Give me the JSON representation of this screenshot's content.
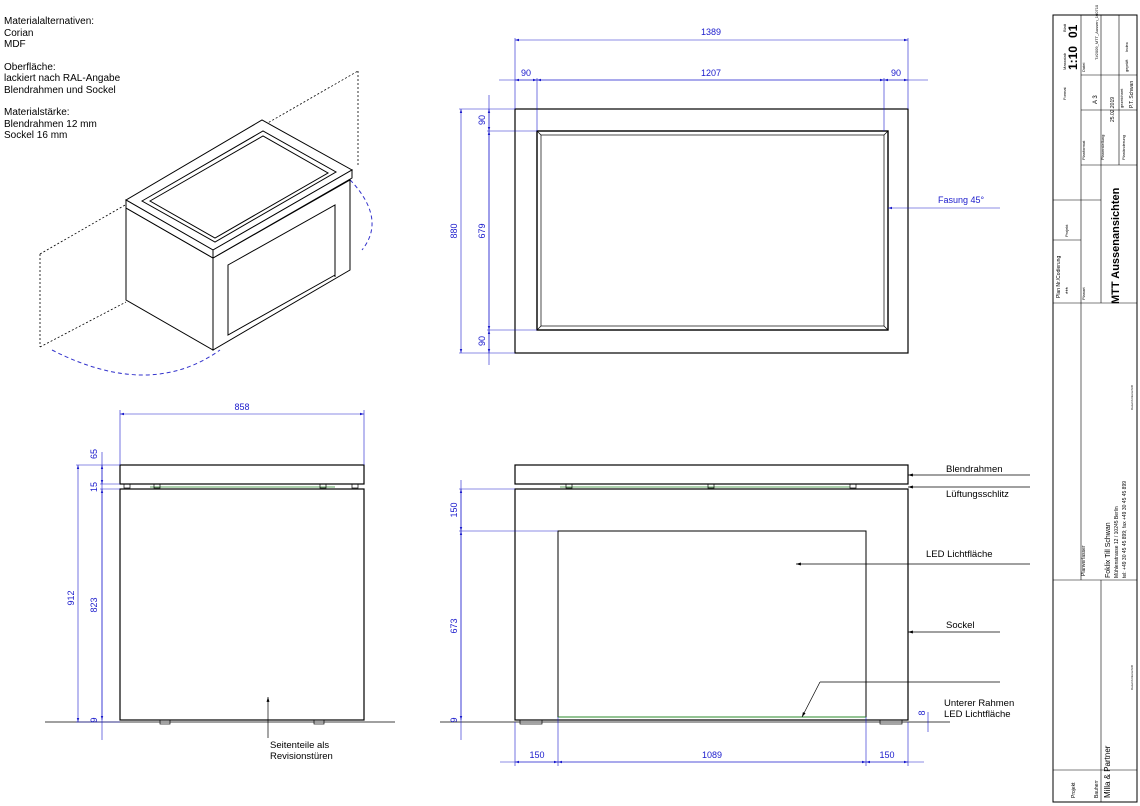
{
  "notes": {
    "material_heading": "Materialalternativen:",
    "material_1": "Corian",
    "material_2": "MDF",
    "surface_heading": "Oberfläche:",
    "surface_1": "lackiert nach RAL-Angabe",
    "surface_2": "Blendrahmen und Sockel",
    "thickness_heading": "Materialstärke:",
    "thickness_1": "Blendrahmen 12 mm",
    "thickness_2": "Sockel 16 mm"
  },
  "top_view": {
    "dim_total": "1389",
    "dim_left": "90",
    "dim_mid": "1207",
    "dim_right": "90",
    "dim_height_total": "880",
    "dim_height_top": "90",
    "dim_height_mid": "679",
    "dim_height_bottom": "90",
    "label_bevel": "Fasung 45°"
  },
  "side_view": {
    "dim_width": "858",
    "dim_h_total": "912",
    "dim_h_frame": "65",
    "dim_h_gap": "15",
    "dim_h_base": "823",
    "dim_h_foot": "9",
    "label_side": "Seitenteile als",
    "label_side_2": "Revisionstüren"
  },
  "front_view": {
    "dim_h_top": "150",
    "dim_h_light": "673",
    "dim_h_foot": "9",
    "dim_w_left": "150",
    "dim_w_mid": "1089",
    "dim_w_right": "150",
    "dim_h_lower": "8",
    "label_frame": "Blendrahmen",
    "label_vent": "Lüftungsschlitz",
    "label_led": "LED Lichtfläche",
    "label_base": "Sockel",
    "label_lower_1": "Unterer Rahmen",
    "label_lower_2": "LED Lichtfläche"
  },
  "title_block": {
    "scale": "1:10",
    "sheet": "01",
    "sheet_label": "Blatt",
    "scale_label": "Massstab",
    "format_label": "Format",
    "format": "A 3",
    "date_label": "Datei",
    "file": "T#2009_MTT_Aussen_100710",
    "index_label": "Index",
    "planformat_label": "Planformat",
    "created_label": "Planerstellung",
    "date": "25.02.2019",
    "drawn_label": "gezeichnet",
    "drawn": "P.T. Schwan",
    "checked_label": "geprüft",
    "change_label": "Planänderung",
    "plan_nr_label": "Plan Nr./Codierung",
    "plan_nr": "***",
    "projekt_label": "Projekt",
    "plan_type_label": "Planart",
    "plan_title": "MTT Aussenansichten",
    "planung_label": "Planverfasser",
    "company": "Foklix Till Schwan",
    "address": "Mühlenstrasse 12 / 10245 Berlin",
    "phone": "tel: +49 30 45 45 899; fax +49 30 45 45 899",
    "sign_1": "Datum/Unterschrift",
    "sign_2": "Datum/Unterschrift",
    "client_label": "Bauherr",
    "client": "Milla & Partner",
    "project_label": "Projekt"
  }
}
